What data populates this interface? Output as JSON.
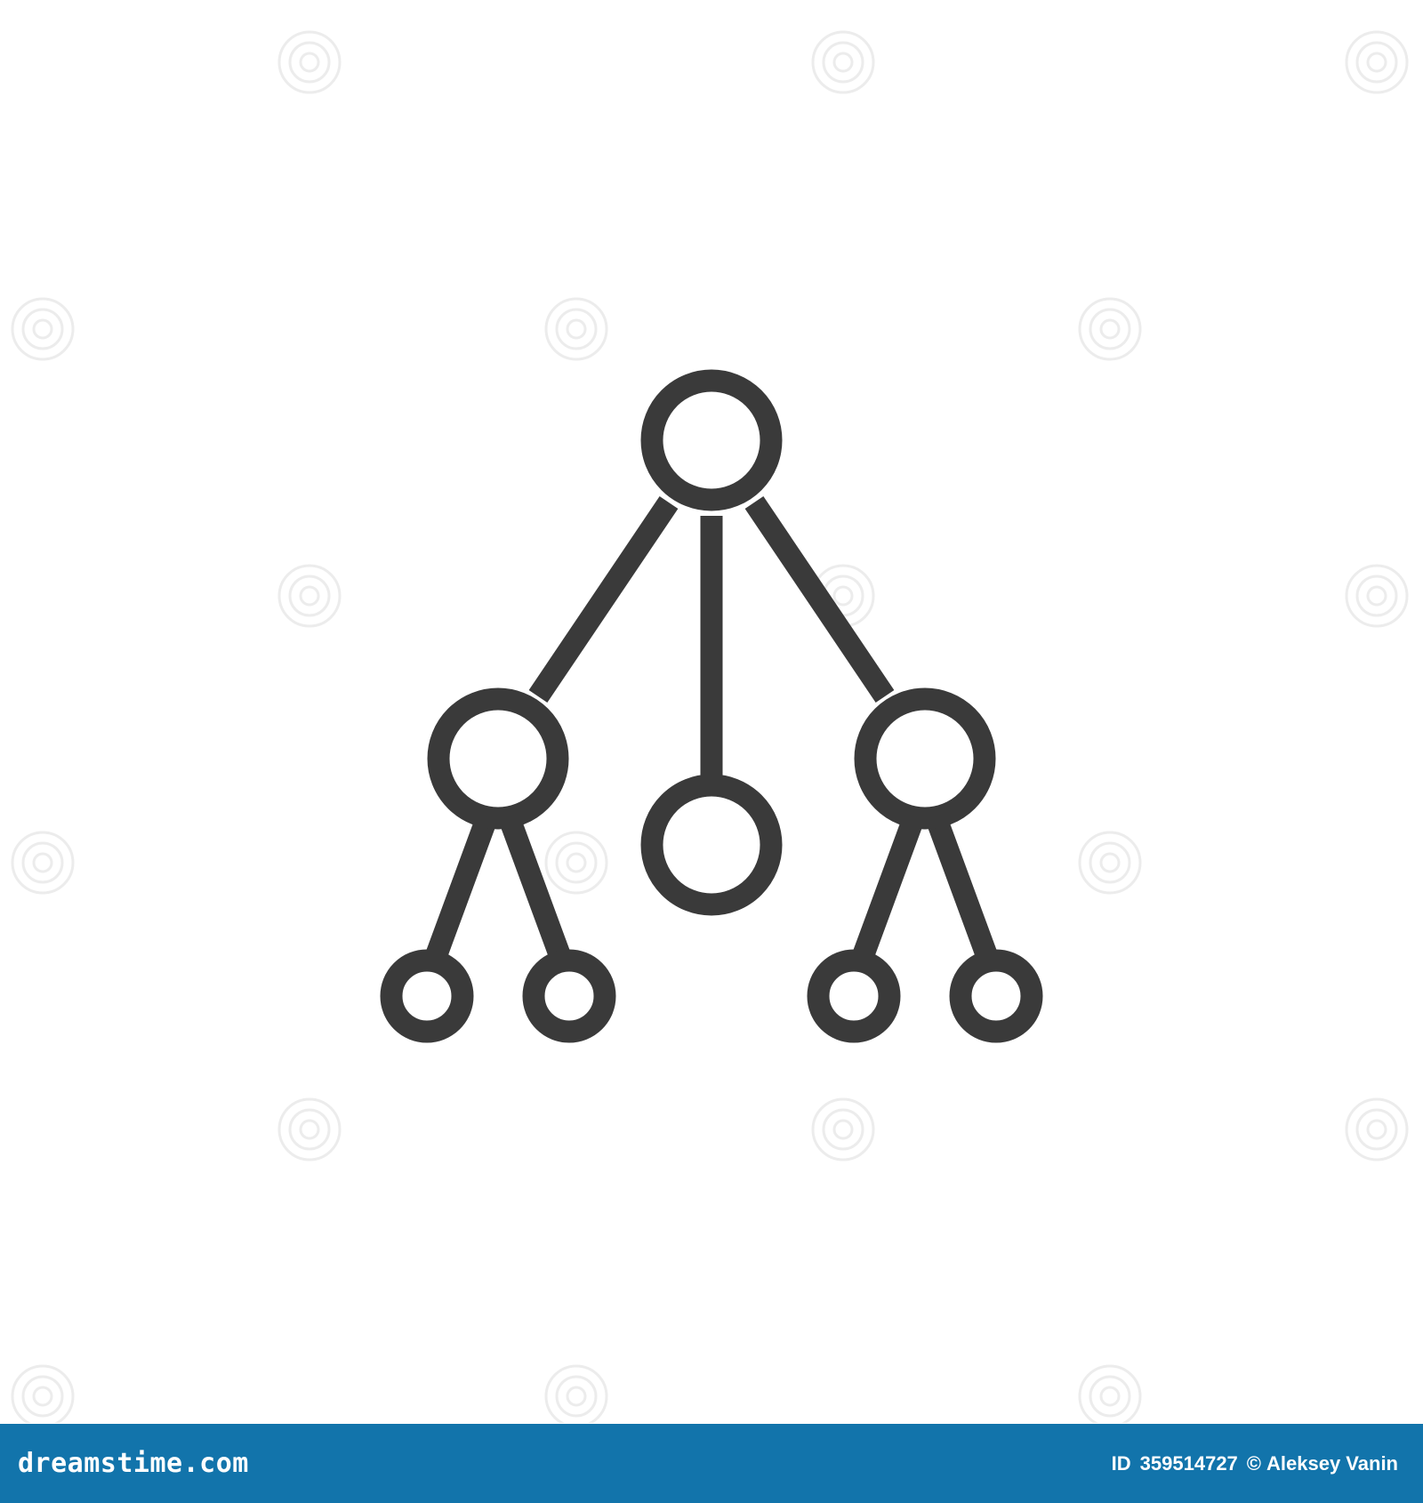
{
  "icon": {
    "name": "hierarchy-tree-icon",
    "stroke_color": "#3a3a3a",
    "background_color": "#ffffff"
  },
  "watermark": {
    "icon": "spiral-watermark-icon",
    "color": "#e6e6e6"
  },
  "footer": {
    "background_color": "#1274ab",
    "brand": "dreamstime.com",
    "id_label": "ID",
    "id_value": "359514727",
    "copyright_symbol": "©",
    "author": "Aleksey Vanin"
  }
}
